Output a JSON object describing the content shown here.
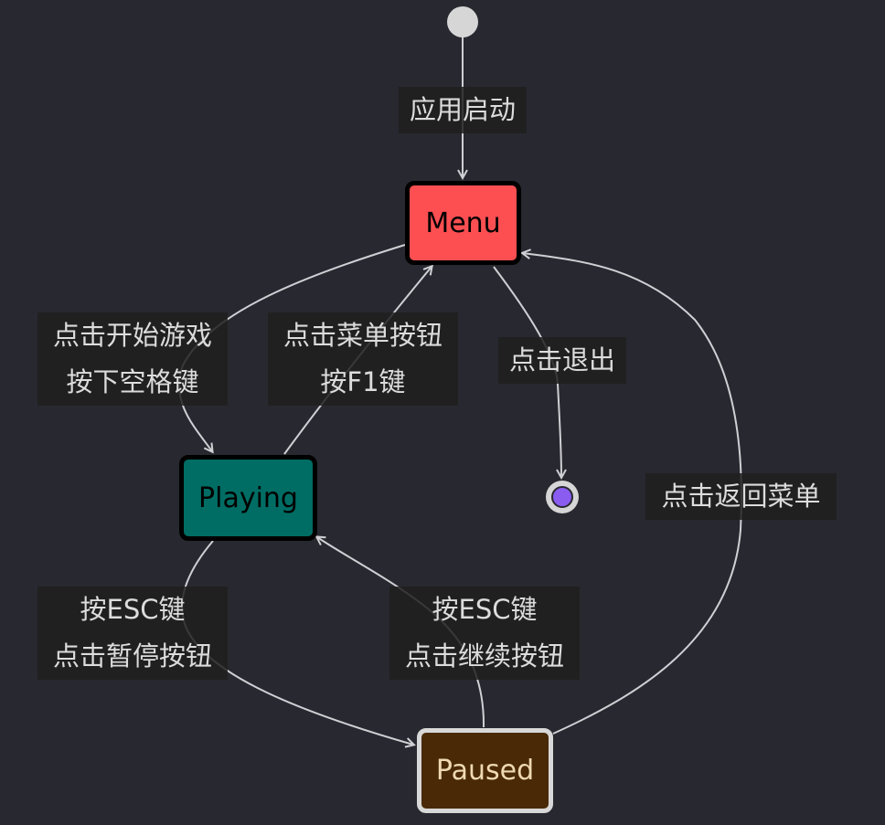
{
  "states": {
    "menu": "Menu",
    "playing": "Playing",
    "paused": "Paused"
  },
  "transitions": {
    "app_start": "应用启动",
    "click_start_game": "点击开始游戏",
    "press_space": "按下空格键",
    "click_menu_button": "点击菜单按钮",
    "press_f1": "按F1键",
    "click_exit": "点击退出",
    "click_back_to_menu": "点击返回菜单",
    "press_esc_pause": "按ESC键",
    "click_pause_button": "点击暂停按钮",
    "press_esc_resume": "按ESC键",
    "click_continue_button": "点击继续按钮"
  },
  "colors": {
    "background": "#282830",
    "menu": "#fd4f52",
    "playing": "#006d64",
    "paused": "#4a2906",
    "end_marker": "#8a5cf0"
  }
}
